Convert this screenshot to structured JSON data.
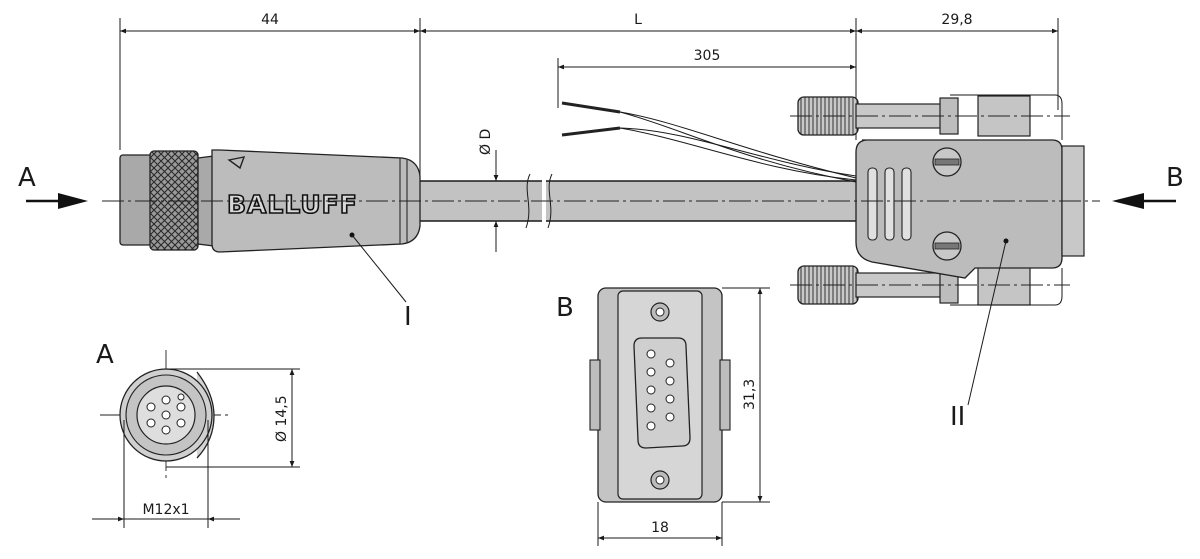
{
  "dimensions": {
    "connector_length": "44",
    "cable_length": "L",
    "wire_length": "305",
    "dsub_depth": "29,8",
    "cable_diameter": "Ø D",
    "m12_diameter": "Ø 14,5",
    "thread": "M12x1",
    "dsub_height": "31,3",
    "dsub_width": "18"
  },
  "labels": {
    "view_a": "A",
    "view_b": "B",
    "view_a_detail": "A",
    "view_b_detail": "B",
    "part_one": "I",
    "part_two": "II"
  },
  "brand": "BALLUFF"
}
